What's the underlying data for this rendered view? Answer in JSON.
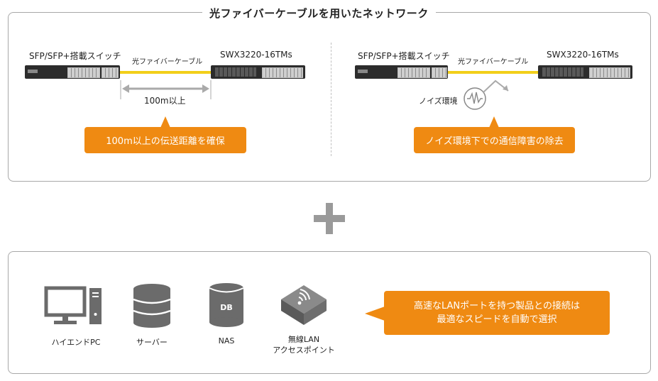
{
  "top_panel": {
    "title": "光ファイバーケーブルを用いたネットワーク",
    "left": {
      "switch_a_label": "SFP/SFP+搭載スイッチ",
      "cable_label": "光ファイバーケーブル",
      "switch_b_label": "SWX3220-16TMs",
      "distance_label": "100m以上",
      "callout": "100m以上の伝送距離を確保"
    },
    "right": {
      "switch_a_label": "SFP/SFP+搭載スイッチ",
      "cable_label": "光ファイバーケーブル",
      "switch_b_label": "SWX3220-16TMs",
      "noise_label": "ノイズ環境",
      "callout": "ノイズ環境下での通信障害の除去"
    }
  },
  "bottom_panel": {
    "devices": [
      {
        "label": "ハイエンドPC",
        "icon": "desktop-pc-icon"
      },
      {
        "label": "サーバー",
        "icon": "server-icon"
      },
      {
        "label": "NAS",
        "icon": "nas-database-icon",
        "icon_text": "DB"
      },
      {
        "label_line1": "無線LAN",
        "label_line2": "アクセスポイント",
        "icon": "wireless-ap-icon"
      }
    ],
    "callout_line1": "高速なLANポートを持つ製品との接続は",
    "callout_line2": "最適なスピードを自動で選択"
  },
  "colors": {
    "accent": "#ef8a12",
    "cable": "#f2cf1a",
    "icon_gray": "#6b6b6b",
    "plus": "#9a9a9a"
  }
}
